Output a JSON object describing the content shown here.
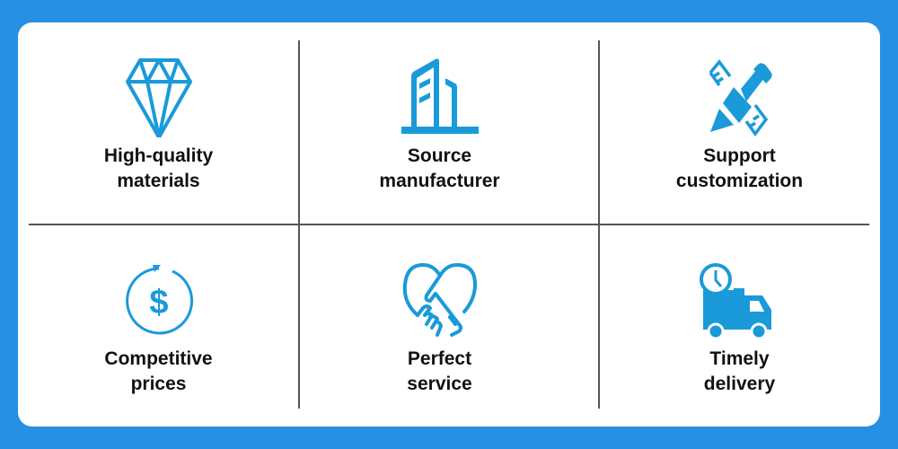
{
  "colors": {
    "background": "#2690e4",
    "icon": "#1a9ad9"
  },
  "features": [
    {
      "icon": "diamond-icon",
      "line1": "High-quality",
      "line2": "materials"
    },
    {
      "icon": "building-icon",
      "line1": "Source",
      "line2": "manufacturer"
    },
    {
      "icon": "pencil-ruler-icon",
      "line1": "Support",
      "line2": "customization"
    },
    {
      "icon": "dollar-cycle-icon",
      "line1": "Competitive",
      "line2": "prices"
    },
    {
      "icon": "handshake-heart-icon",
      "line1": "Perfect",
      "line2": "service"
    },
    {
      "icon": "delivery-truck-icon",
      "line1": "Timely",
      "line2": "delivery"
    }
  ]
}
